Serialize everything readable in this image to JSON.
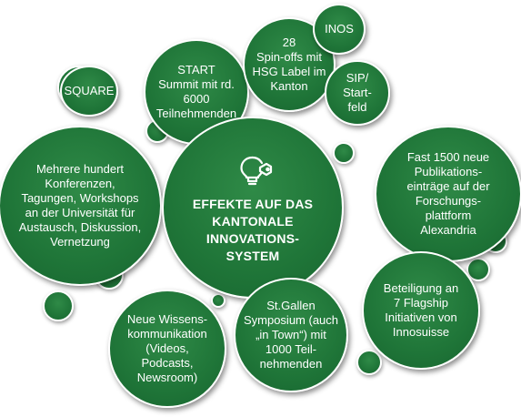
{
  "center": {
    "title": "EFFEKTE AUF DAS\nKANTONALE\nINNOVATIONS-\nSYSTEM",
    "icon": "lightbulb-tag-icon"
  },
  "bubbles": {
    "start_summit": "START\nSummit mit rd.\n6000\nTeilnehmenden",
    "spinoffs": "28\nSpin-offs mit\nHSG Label im\nKanton",
    "inos": "INOS",
    "sip": "SIP/\nStart-\nfeld",
    "square": "SQUARE",
    "konferenzen": "Mehrere hundert\nKonferenzen,\nTagungen, Workshops\nan der Universität für\nAustausch, Diskussion,\nVernetzung",
    "publikationen": "Fast 1500 neue\nPublikations-\neinträge auf der\nForschungs-\nplattform\nAlexandria",
    "flagship": "Beteiligung an\n7 Flagship\nInitiativen von\nInnosuisse",
    "symposium": "St.Gallen\nSymposium (auch\n„in Town“) mit\n1000 Teil-\nnehmenden",
    "wissenskommunikation": "Neue Wissens-\nkommunikation\n(Videos,\nPodcasts,\nNewsroom)"
  },
  "colors": {
    "bubble_green": "#1f7538",
    "border": "#ffffff",
    "text": "#ffffff"
  }
}
